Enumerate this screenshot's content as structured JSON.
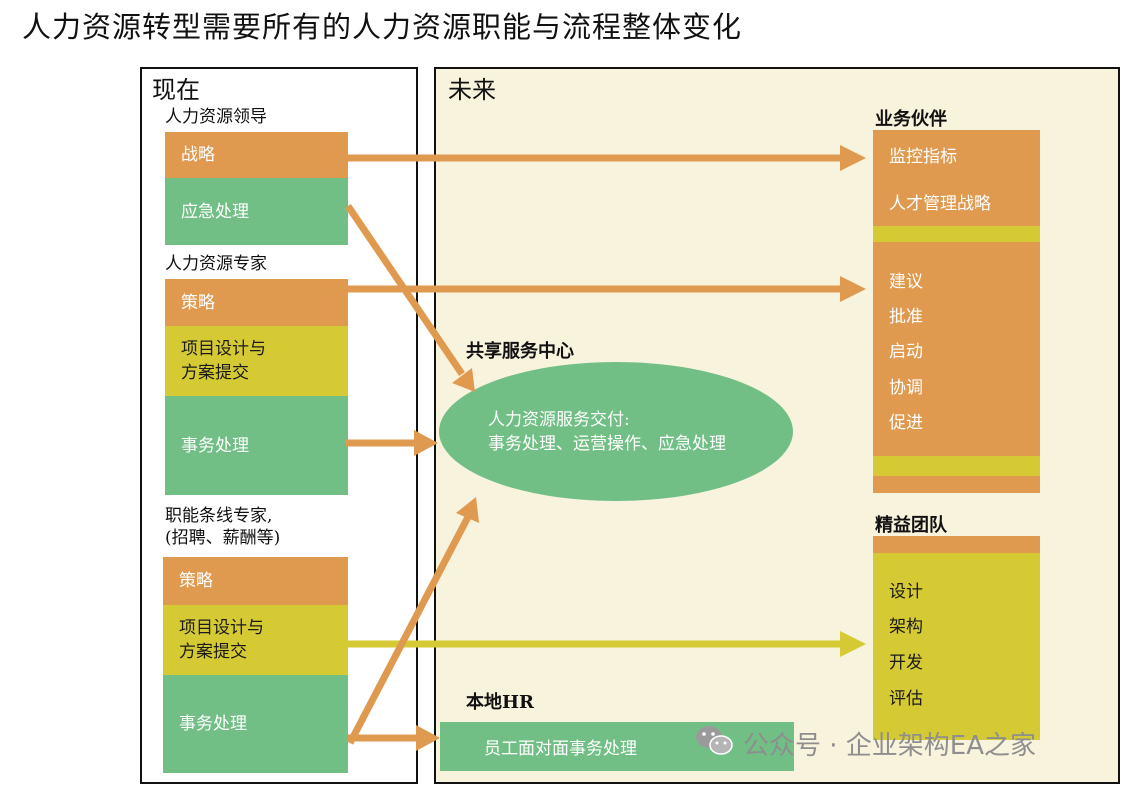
{
  "title": "人力资源转型需要所有的人力资源职能与流程整体变化",
  "now": {
    "label": "现在",
    "groups": [
      {
        "label": "人力资源领导",
        "items": [
          "战略",
          "应急处理"
        ]
      },
      {
        "label": "人力资源专家",
        "items": [
          "策略",
          "项目设计与\n方案提交",
          "事务处理"
        ]
      },
      {
        "label": "职能条线专家,\n(招聘、薪酬等)",
        "items": [
          "策略",
          "项目设计与\n方案提交",
          "事务处理"
        ]
      }
    ]
  },
  "future": {
    "label": "未来",
    "business_partner": {
      "title": "业务伙伴",
      "top_items": [
        "监控指标",
        "人才管理战略"
      ],
      "middle_items": [
        "建议",
        "批准",
        "启动",
        "协调",
        "促进"
      ]
    },
    "shared_service": {
      "title": "共享服务中心",
      "text": "人力资源服务交付:\n事务处理、运营操作、应急处理"
    },
    "lean_team": {
      "title": "精益团队",
      "items": [
        "设计",
        "架构",
        "开发",
        "评估"
      ]
    },
    "local_hr": {
      "title": "本地HR",
      "text": "员工面对面事务处理"
    }
  },
  "colors": {
    "orange": "#e09a50",
    "green": "#72bf86",
    "yellow": "#d6ca34",
    "future_bg": "#f8f3dd"
  },
  "watermark": "公众号 · 企业架构EA之家",
  "watermark_icon": "wechat-icon"
}
